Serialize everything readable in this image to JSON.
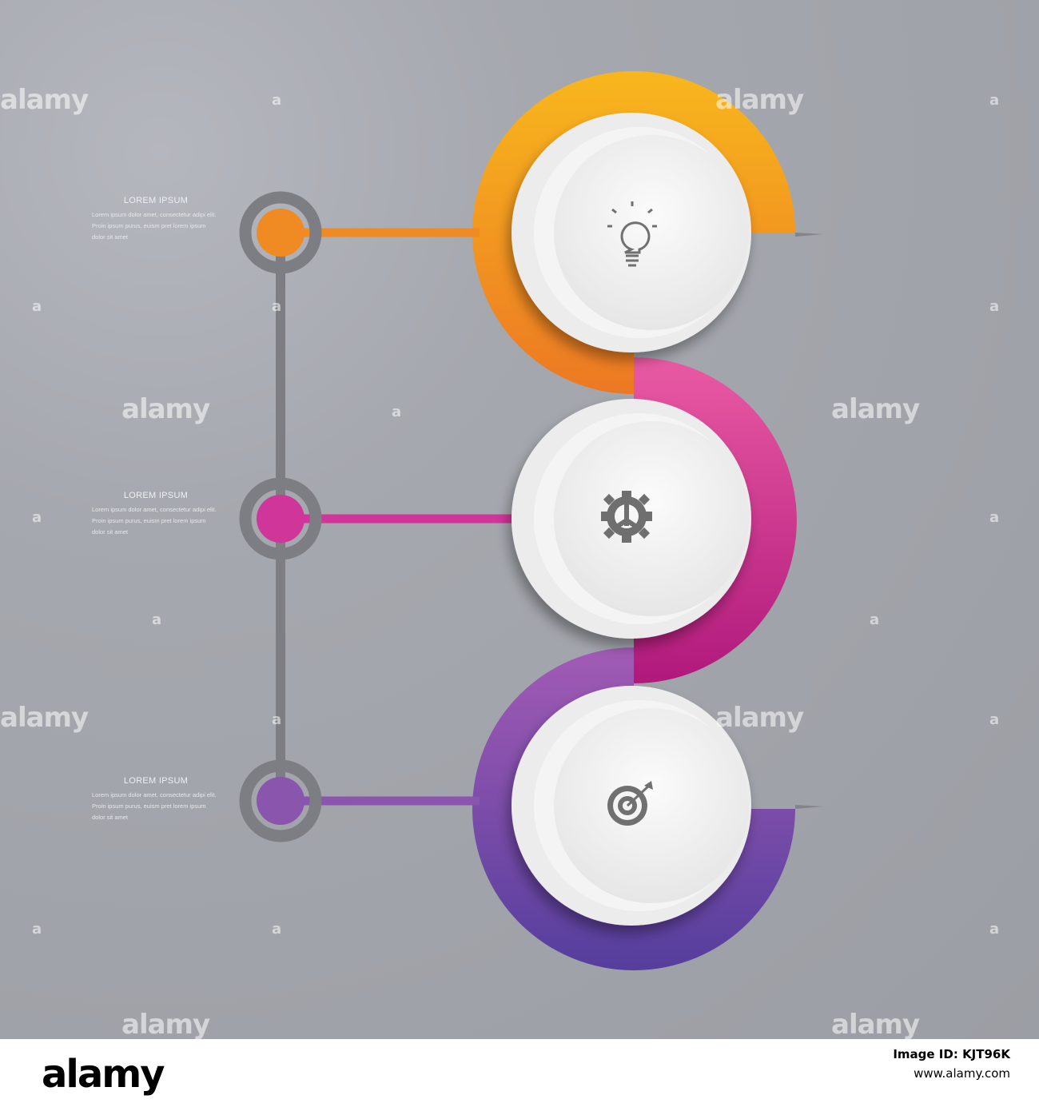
{
  "steps": [
    {
      "title": "LOREM IPSUM",
      "body": "Lorem ipsum dolor amet, consectetur adipi elit. Proin ipsum purus, euism pret lorem ipsum dolor sit amet",
      "icon": "lightbulb-icon",
      "color_start": "#f7b51e",
      "color_end": "#ec7a22"
    },
    {
      "title": "LOREM IPSUM",
      "body": "Lorem ipsum dolor amet, consectetur adipi elit. Proin ipsum purus, euism pret lorem ipsum dolor sit amet",
      "icon": "gear-icon",
      "color_start": "#e75aa6",
      "color_end": "#b5197d"
    },
    {
      "title": "LOREM IPSUM",
      "body": "Lorem ipsum dolor amet, consectetur adipi elit. Proin ipsum purus, euism pret lorem ipsum dolor sit amet",
      "icon": "target-icon",
      "color_start": "#9d58b4",
      "color_end": "#5a3e9f"
    }
  ],
  "colors": {
    "background": "#a1a4aa",
    "connector": "#7d7f84",
    "disc": "#f2f2f2"
  },
  "watermark": "alamy",
  "footer": {
    "logo": "alamy",
    "image_id": "Image ID: KJT96K",
    "url": "www.alamy.com"
  }
}
